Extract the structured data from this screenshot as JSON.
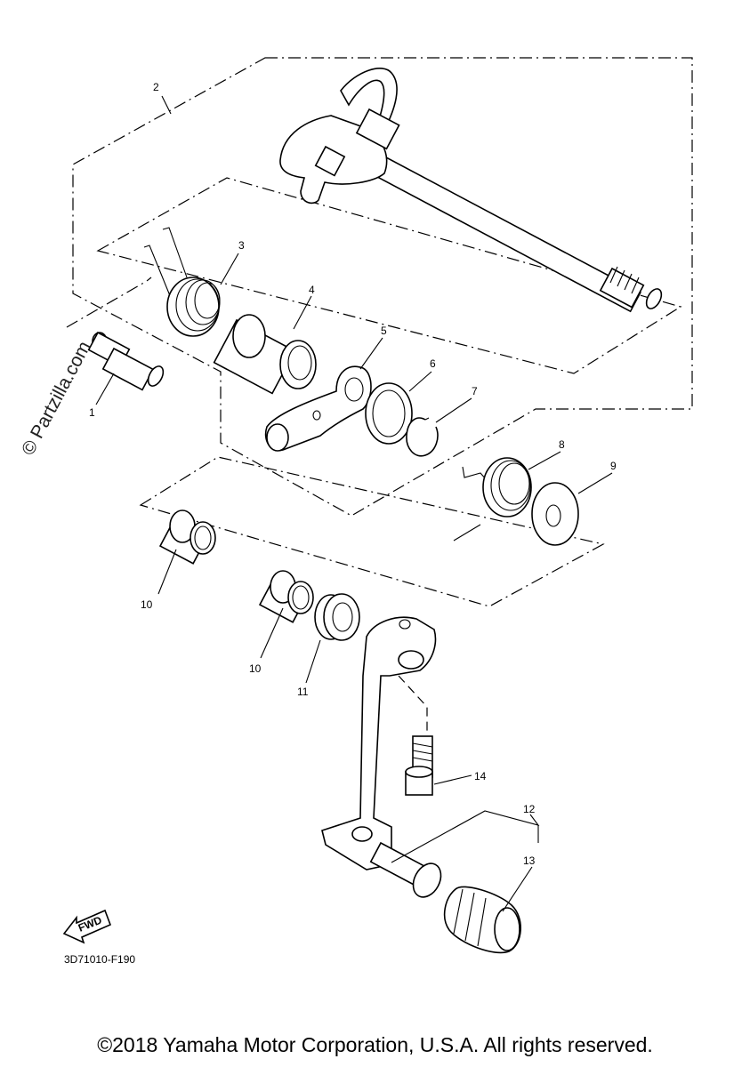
{
  "callouts": {
    "c1": "1",
    "c2": "2",
    "c3": "3",
    "c4": "4",
    "c5": "5",
    "c6": "6",
    "c7": "7",
    "c8": "8",
    "c9": "9",
    "c10a": "10",
    "c10b": "10",
    "c11": "11",
    "c12": "12",
    "c13": "13",
    "c14": "14"
  },
  "watermark": "© Partzilla.com",
  "fwd_label": "FWD",
  "diagram_code": "3D71010-F190",
  "copyright": "©2018 Yamaha Motor Corporation, U.S.A. All rights reserved."
}
